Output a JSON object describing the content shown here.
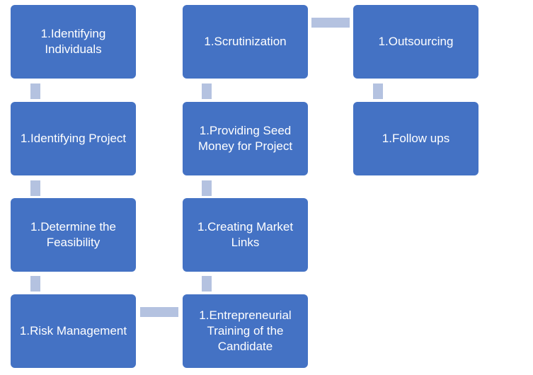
{
  "nodes": [
    {
      "id": "identifying-individuals",
      "label": "1.Identifying Individuals"
    },
    {
      "id": "identifying-project",
      "label": "1.Identifying Project"
    },
    {
      "id": "determine-feasibility",
      "label": "1.Determine the Feasibility"
    },
    {
      "id": "risk-management",
      "label": "1.Risk Management"
    },
    {
      "id": "entrepreneurial-training",
      "label": "1.Entrepreneurial Training of the Candidate"
    },
    {
      "id": "creating-market-links",
      "label": "1.Creating Market Links"
    },
    {
      "id": "providing-seed-money",
      "label": "1.Providing Seed Money for Project"
    },
    {
      "id": "scrutinization",
      "label": "1.Scrutinization"
    },
    {
      "id": "outsourcing",
      "label": "1.Outsourcing"
    },
    {
      "id": "follow-ups",
      "label": "1.Follow ups"
    }
  ],
  "colors": {
    "box_fill": "#4472c4",
    "box_text": "#ffffff",
    "connector": "#b4c2e0"
  }
}
